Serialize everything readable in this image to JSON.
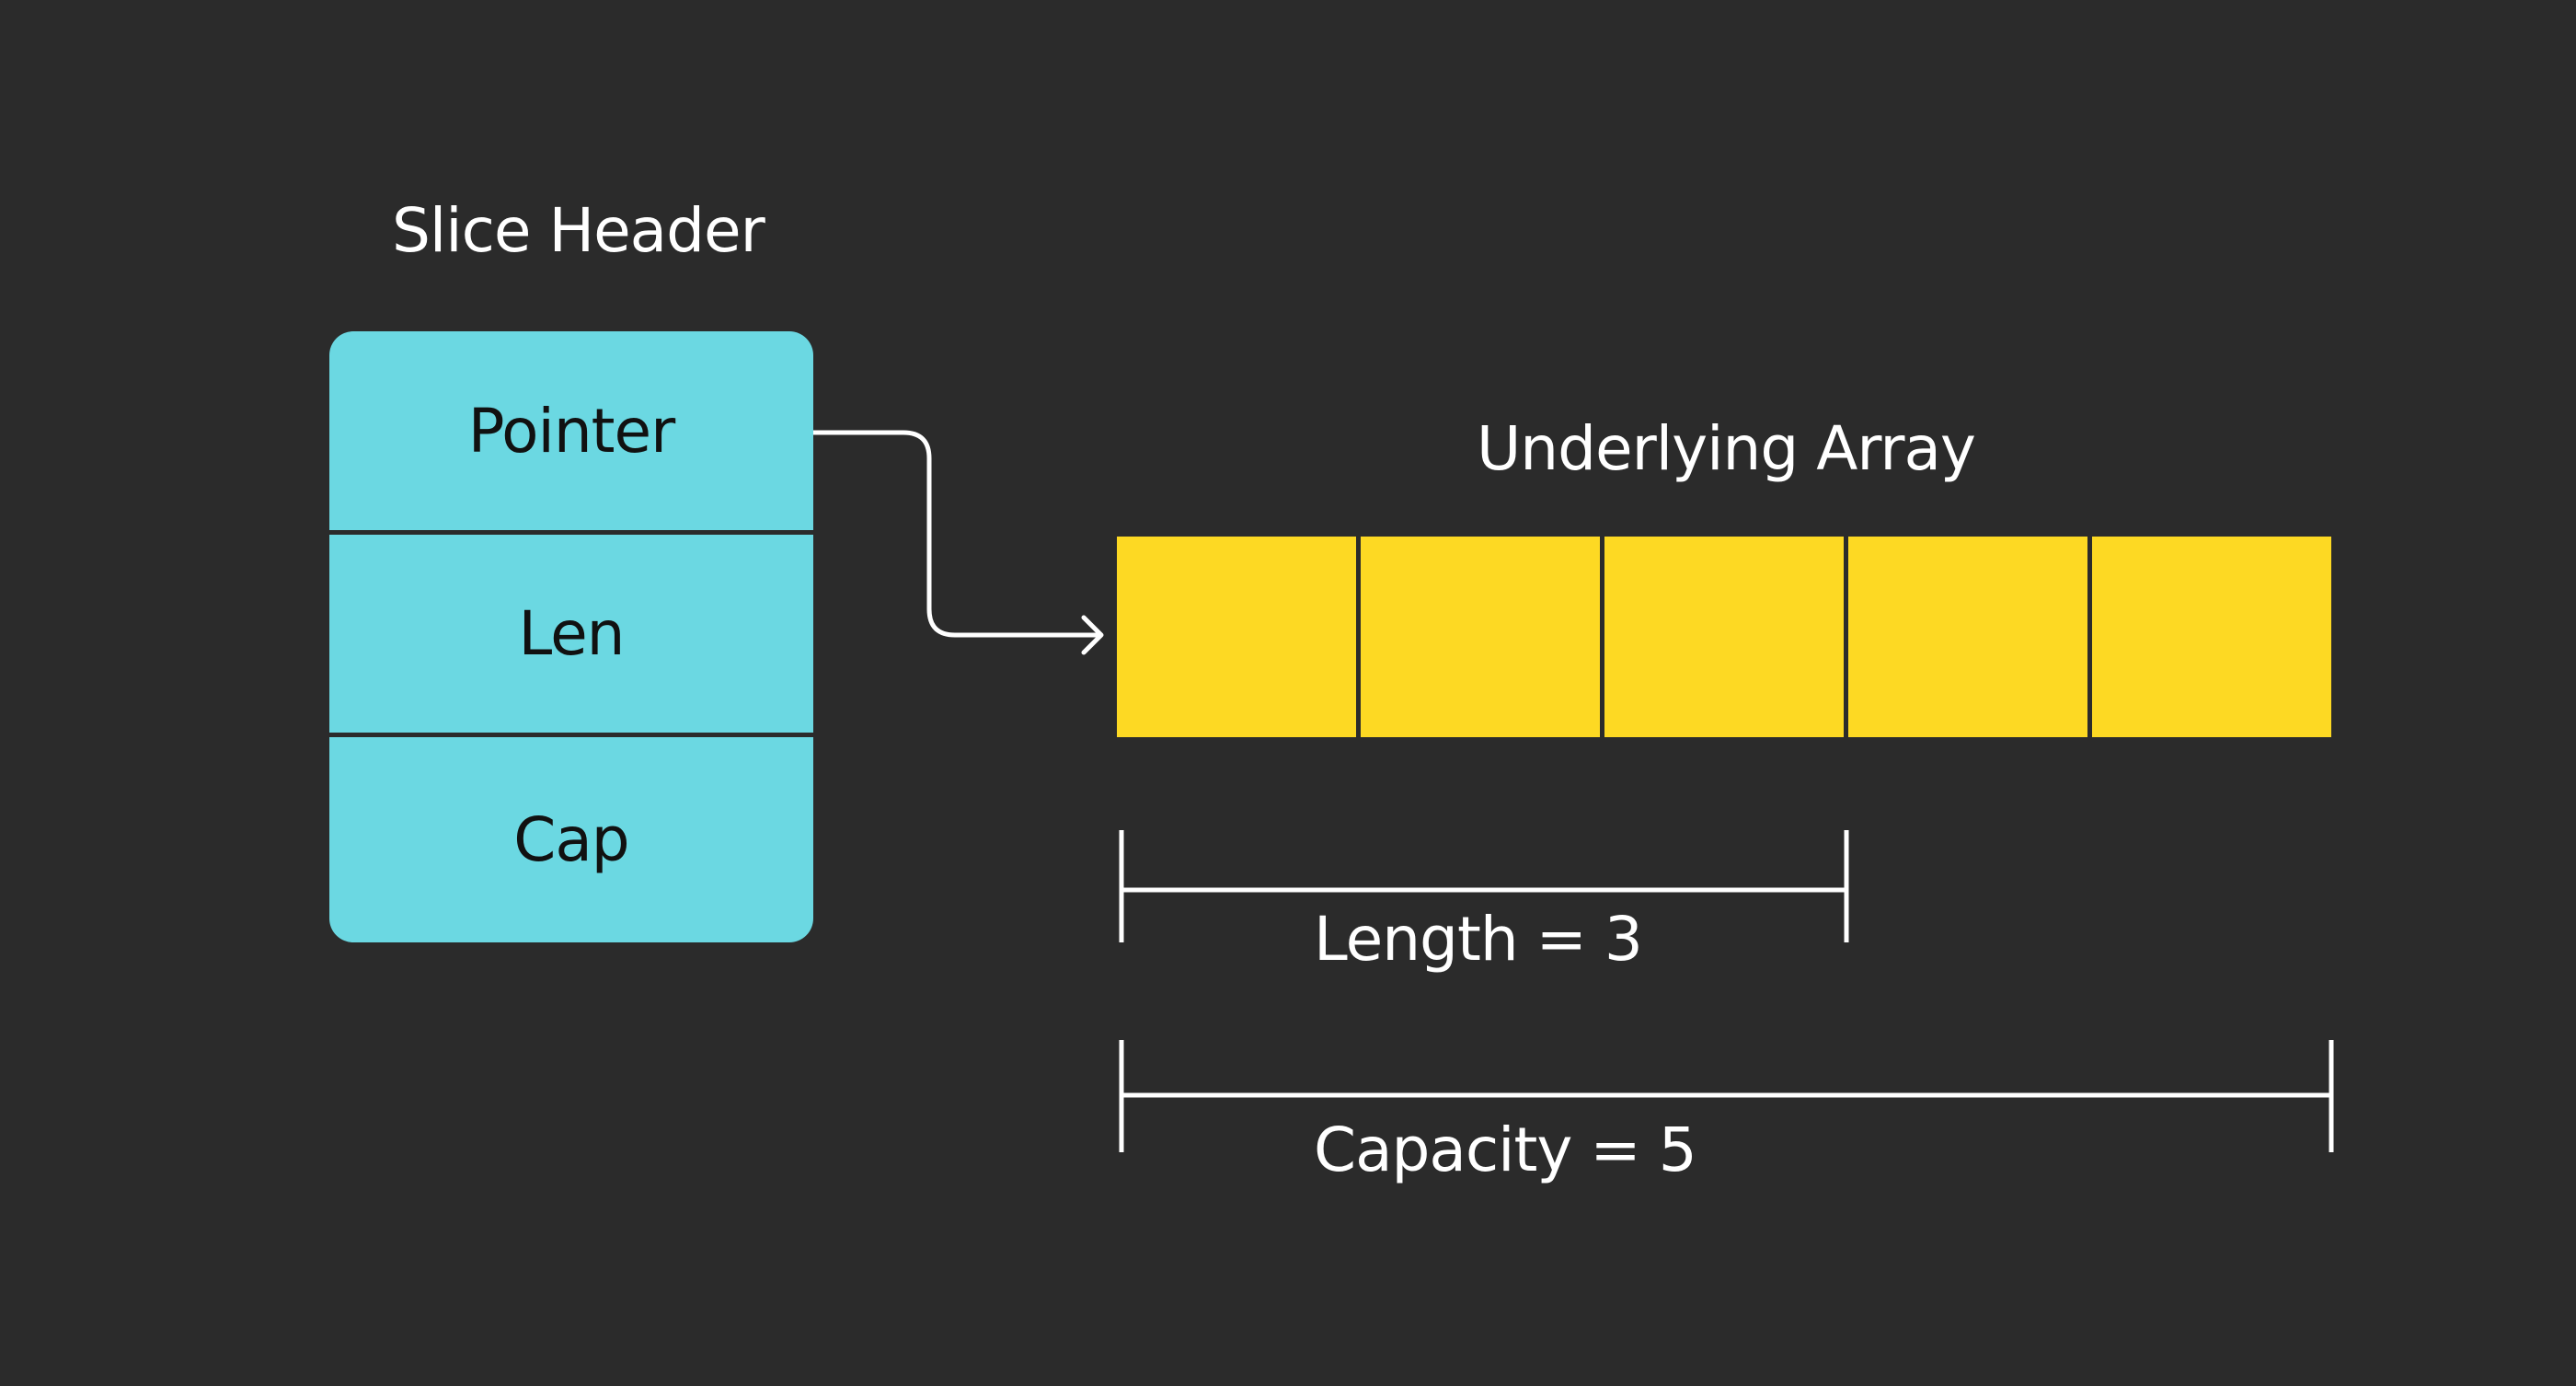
{
  "diagram": {
    "slice_header": {
      "title": "Slice Header",
      "fields": {
        "pointer": "Pointer",
        "len": "Len",
        "cap": "Cap"
      }
    },
    "underlying_array": {
      "title": "Underlying Array",
      "cell_count": 5
    },
    "measures": {
      "length": "Length = 3",
      "capacity": "Capacity = 5"
    }
  },
  "colors": {
    "background": "#2b2b2b",
    "header_fill": "#6bd8e2",
    "array_fill": "#fdd923",
    "line": "#ffffff"
  }
}
